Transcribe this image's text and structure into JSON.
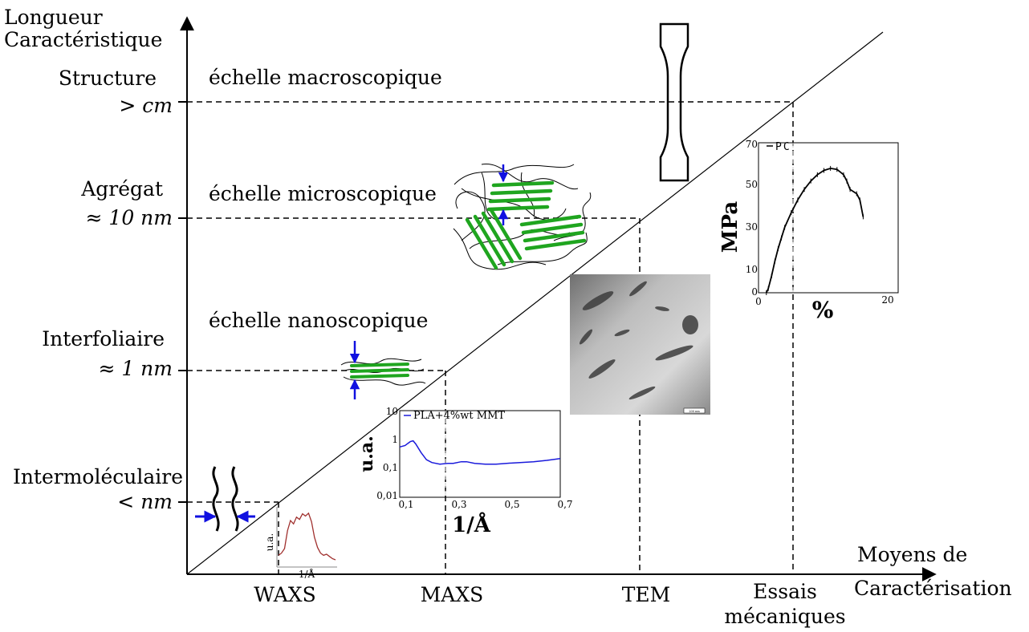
{
  "axes": {
    "y_title_line1": "Longueur",
    "y_title_line2": "Caractéristique",
    "x_title_line1": "Moyens de",
    "x_title_line2": "Caractérisation"
  },
  "levels": [
    {
      "name": "Structure",
      "size": "> cm"
    },
    {
      "name": "Agrégat",
      "size": "≈ 10 nm"
    },
    {
      "name": "Interfoliaire",
      "size": "≈ 1 nm"
    },
    {
      "name": "Intermoléculaire",
      "size": "< nm"
    }
  ],
  "scales": {
    "macro": "échelle macroscopique",
    "micro": "échelle microscopique",
    "nano": "échelle nanoscopique"
  },
  "techniques": {
    "waxs": "WAXS",
    "maxs": "MAXS",
    "tem": "TEM",
    "essais_line1": "Essais",
    "essais_line2": "mécaniques"
  },
  "waxs_inset": {
    "ylabel": "u.a.",
    "xlabel": "1/Å",
    "color": "#a0302e",
    "chart_data": {
      "type": "line",
      "x": [
        1,
        2,
        3,
        4,
        5,
        6,
        7,
        8,
        9,
        10,
        11,
        12,
        13,
        14,
        15,
        16,
        17,
        18,
        19,
        20
      ],
      "y": [
        0.18,
        0.22,
        0.3,
        0.62,
        0.8,
        0.74,
        0.86,
        0.82,
        0.92,
        0.88,
        0.93,
        0.78,
        0.5,
        0.32,
        0.22,
        0.18,
        0.2,
        0.16,
        0.12,
        0.1
      ]
    }
  },
  "maxs_inset": {
    "ylabel": "u.a.",
    "xlabel": "1/Å",
    "legend": "PLA+4%wt MMT",
    "color": "#1a1adb",
    "y_ticks": [
      "10",
      "1",
      "0,1",
      "0,01"
    ],
    "x_ticks": [
      "0,1",
      "0,3",
      "0,5",
      "0,7"
    ],
    "chart_data": {
      "type": "line",
      "log_y": true,
      "xlim": [
        0.1,
        0.7
      ],
      "ylim": [
        0.01,
        10
      ],
      "x": [
        0.1,
        0.12,
        0.14,
        0.15,
        0.16,
        0.18,
        0.2,
        0.22,
        0.25,
        0.28,
        0.3,
        0.33,
        0.35,
        0.38,
        0.42,
        0.46,
        0.5,
        0.55,
        0.6,
        0.65,
        0.7
      ],
      "y": [
        0.55,
        0.62,
        0.85,
        0.9,
        0.7,
        0.35,
        0.2,
        0.16,
        0.14,
        0.15,
        0.15,
        0.17,
        0.17,
        0.15,
        0.14,
        0.14,
        0.15,
        0.16,
        0.17,
        0.19,
        0.22
      ]
    }
  },
  "mech_inset": {
    "ylabel": "MPa",
    "xlabel": "%",
    "legend": "PC",
    "y_ticks": [
      "70",
      "50",
      "30",
      "10",
      "0"
    ],
    "x_ticks": [
      "0",
      "20"
    ],
    "chart_data": {
      "type": "line",
      "xlim": [
        0,
        20
      ],
      "ylim": [
        0,
        70
      ],
      "x": [
        1.2,
        1.5,
        2,
        2.5,
        3,
        3.5,
        4,
        5,
        6,
        7,
        8,
        9,
        10,
        11,
        12,
        13,
        13.5,
        14,
        15,
        15.5,
        16
      ],
      "y": [
        0,
        2,
        8,
        15,
        21,
        26,
        31,
        38,
        44,
        49,
        53,
        56,
        58,
        59,
        58.5,
        56,
        53,
        49,
        47,
        44,
        36
      ]
    }
  },
  "tem_image": {
    "scale_label": "200 nm"
  }
}
